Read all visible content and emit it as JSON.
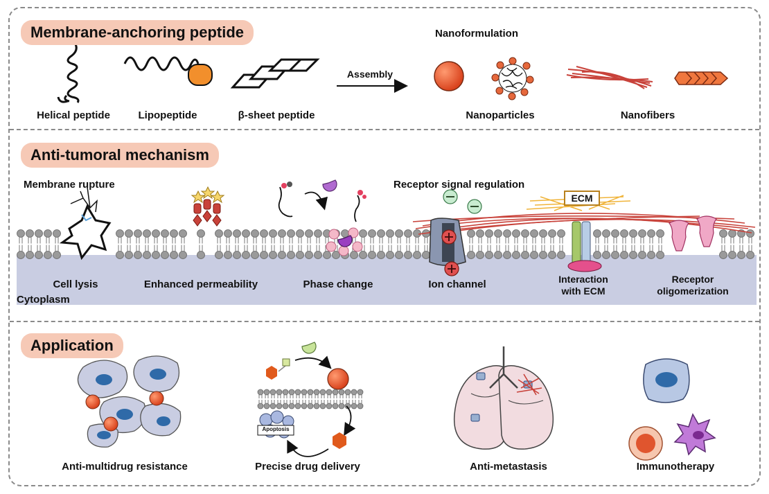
{
  "sections": {
    "membrane": {
      "title": "Membrane-anchoring peptide",
      "nanoformulation_label": "Nanoformulation",
      "assembly_label": "Assembly",
      "items": {
        "helical": "Helical peptide",
        "lipo": "Lipopeptide",
        "beta": "β-sheet peptide",
        "nanoparticles": "Nanoparticles",
        "nanofibers": "Nanofibers"
      }
    },
    "mechanism": {
      "title": "Anti-tumoral mechanism",
      "membrane_rupture": "Membrane rupture",
      "receptor_signal": "Receptor signal regulation",
      "ecm_tag": "ECM",
      "cytoplasm": "Cytoplasm",
      "items": {
        "cell_lysis": "Cell lysis",
        "permeability": "Enhanced permeability",
        "phase_change": "Phase change",
        "ion_channel": "Ion channel",
        "ecm_line1": "Interaction",
        "ecm_line2": "with ECM",
        "oligo_line1": "Receptor",
        "oligo_line2": "oligomerization"
      }
    },
    "application": {
      "title": "Application",
      "apoptosis_tag": "Apoptosis",
      "items": {
        "mdr": "Anti-multidrug resistance",
        "delivery": "Precise drug delivery",
        "metastasis": "Anti-metastasis",
        "immuno": "Immunotherapy"
      }
    }
  },
  "colors": {
    "frame": "#8a8a8a",
    "pill": "#f6c9b6",
    "cytoplasm": "#c9cde2",
    "nanoparticle": "#e0552e",
    "fiber": "#c8423a",
    "lipid_head": "#9a9a9a",
    "ecm_fiber": "#f0b43a",
    "cell_blue": "#2f6aa8"
  }
}
